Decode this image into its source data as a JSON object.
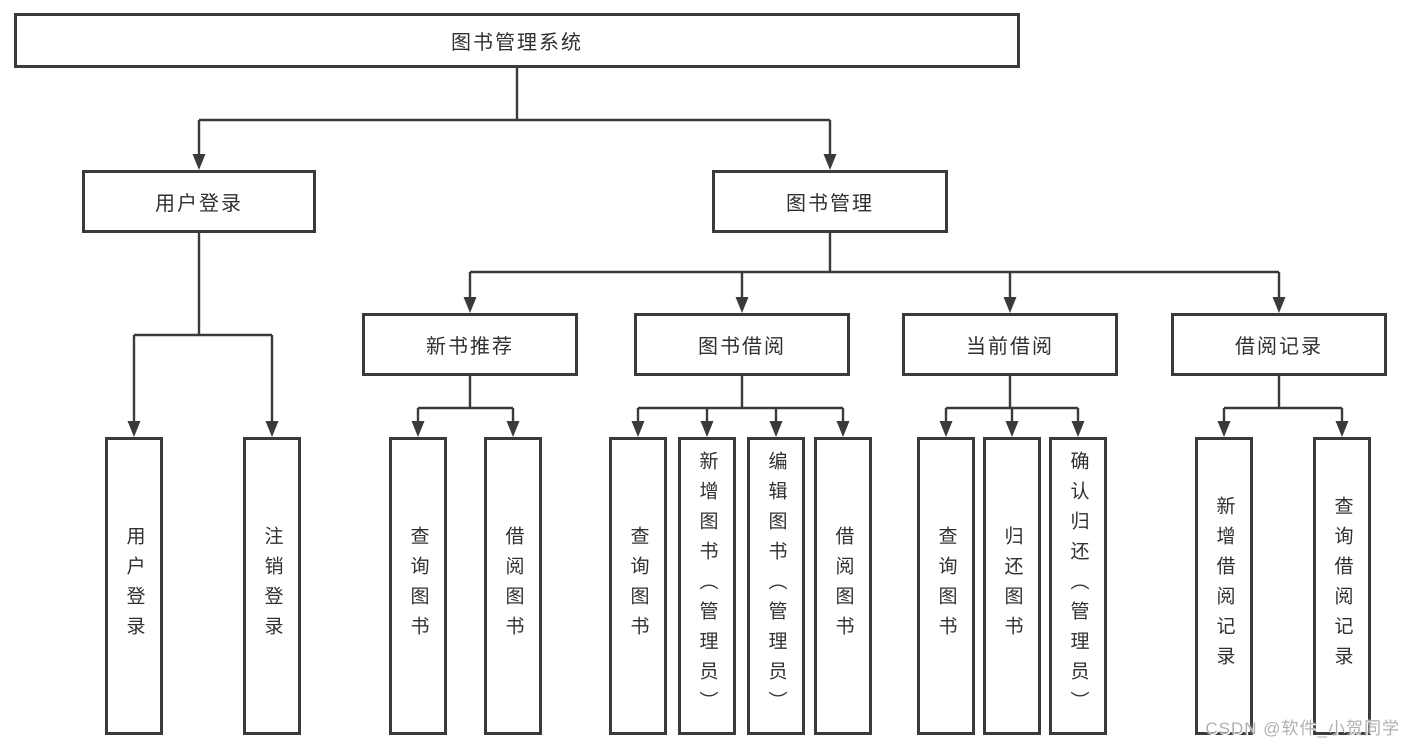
{
  "colors": {
    "line": "#3a3a3a",
    "box_border": "#3a3a3a",
    "box_text": "#303030",
    "watermark_text": "#b0b0b0",
    "background": "#ffffff"
  },
  "watermark": {
    "text": "CSDN @软件_小贺同学"
  },
  "tree": {
    "label": "图书管理系统",
    "children": [
      {
        "label": "用户登录",
        "children": [
          {
            "label": "用户登录"
          },
          {
            "label": "注销登录"
          }
        ]
      },
      {
        "label": "图书管理",
        "children": [
          {
            "label": "新书推荐",
            "children": [
              {
                "label": "查询图书"
              },
              {
                "label": "借阅图书"
              }
            ]
          },
          {
            "label": "图书借阅",
            "children": [
              {
                "label": "查询图书"
              },
              {
                "label": "新增图书（管理员）"
              },
              {
                "label": "编辑图书（管理员）"
              },
              {
                "label": "借阅图书"
              }
            ]
          },
          {
            "label": "当前借阅",
            "children": [
              {
                "label": "查询图书"
              },
              {
                "label": "归还图书"
              },
              {
                "label": "确认归还（管理员）"
              }
            ]
          },
          {
            "label": "借阅记录",
            "children": [
              {
                "label": "新增借阅记录"
              },
              {
                "label": "查询借阅记录"
              }
            ]
          }
        ]
      }
    ]
  }
}
